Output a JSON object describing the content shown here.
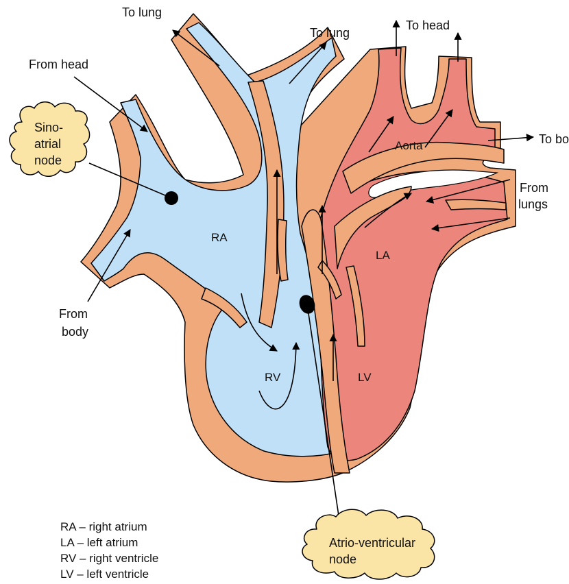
{
  "labels": {
    "to_lung_left": "To lung",
    "to_lung_right": "To lung",
    "to_head": "To head",
    "from_head": "From head",
    "to_body": "To body",
    "from_lungs_1": "From",
    "from_lungs_2": "lungs",
    "from_body_1": "From",
    "from_body_2": "body",
    "aorta": "Aorta"
  },
  "chambers": {
    "ra": "RA",
    "la": "LA",
    "rv": "RV",
    "lv": "LV"
  },
  "callouts": {
    "sa_node": [
      "Sino-",
      "atrial",
      "node"
    ],
    "av_node": [
      "Atrio-ventricular",
      "node"
    ]
  },
  "legend": [
    "RA – right atrium",
    "LA – left atrium",
    "RV – right ventricle",
    "LV – left ventricle"
  ],
  "colors": {
    "deoxygenated": "#bfe0f7",
    "oxygenated": "#ec857b",
    "muscle": "#f0a97a",
    "callout": "#fbe5a6",
    "outline": "#000000"
  }
}
